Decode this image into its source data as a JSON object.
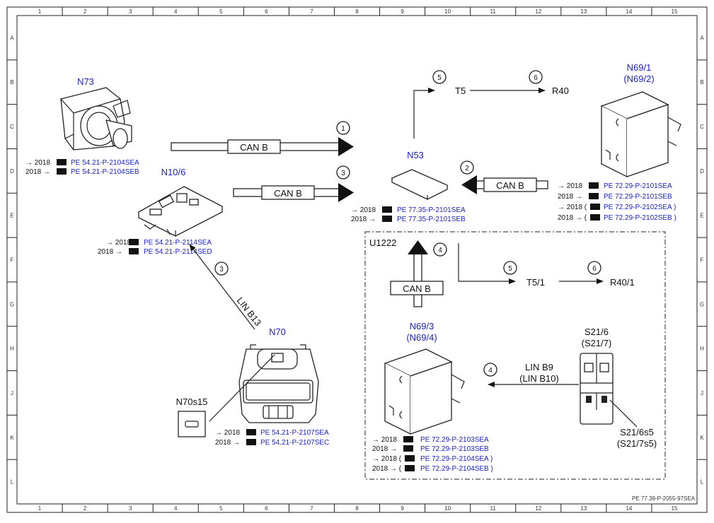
{
  "drawing_id": "PE 77.39-P-2055-97SEA",
  "grid": {
    "columns": [
      "1",
      "2",
      "3",
      "4",
      "5",
      "6",
      "7",
      "8",
      "9",
      "10",
      "11",
      "12",
      "13",
      "14",
      "15"
    ],
    "rows": [
      "A",
      "B",
      "C",
      "D",
      "E",
      "F",
      "G",
      "H",
      "J",
      "K",
      "L"
    ]
  },
  "components": {
    "n73": {
      "label": "N73",
      "refs": [
        {
          "year": "→ 2018",
          "code": "PE 54.21-P-2104SEA"
        },
        {
          "year": "2018 →",
          "code": "PE 54.21-P-2104SEB"
        }
      ]
    },
    "n10_6": {
      "label": "N10/6",
      "refs": [
        {
          "year": "→ 2018",
          "code": "PE 54.21-P-2114SEA"
        },
        {
          "year": "2018 →",
          "code": "PE 54.21-P-2114SED"
        }
      ]
    },
    "n53": {
      "label": "N53",
      "refs": [
        {
          "year": "→ 2018",
          "code": "PE 77.35-P-2101SEA"
        },
        {
          "year": "2018 →",
          "code": "PE 77.35-P-2101SEB"
        }
      ]
    },
    "n69_1": {
      "label": "N69/1",
      "label2": "(N69/2)",
      "refs": [
        {
          "year": "→ 2018",
          "code": "PE 72.29-P-2101SEA"
        },
        {
          "year": "2018 →",
          "code": "PE 72.29-P-2101SEB"
        },
        {
          "year": "→ 2018 (",
          "code": "PE 72.29-P-2102SEA )"
        },
        {
          "year": "2018 → (",
          "code": "PE 72.29-P-2102SEB )"
        }
      ]
    },
    "n70": {
      "label": "N70",
      "refs": [
        {
          "year": "→ 2018",
          "code": "PE 54.21-P-2107SEA"
        },
        {
          "year": "2018 →",
          "code": "PE 54.21-P-2107SEC"
        }
      ]
    },
    "n70s15": {
      "label": "N70s15"
    },
    "n69_3": {
      "label": "N69/3",
      "label2": "(N69/4)",
      "refs": [
        {
          "year": "→ 2018",
          "code": "PE 72.29-P-2103SEA"
        },
        {
          "year": "2018 →",
          "code": "PE 72.29-P-2103SEB"
        },
        {
          "year": "→ 2018 (",
          "code": "PE 72.29-P-2104SEA )"
        },
        {
          "year": "2018 → (",
          "code": "PE 72.29-P-2104SEB )"
        }
      ]
    },
    "s21_6": {
      "label": "S21/6",
      "label2": "(S21/7)"
    },
    "s21_6s5": {
      "label": "S21/6s5",
      "label2": "(S21/7s5)"
    },
    "u1222": {
      "label": "U1222"
    }
  },
  "signals": {
    "can_b": "CAN B",
    "lin_b13": "LIN B13",
    "lin_b9": "LIN B9",
    "lin_b10": "(LIN B10)",
    "t5": "T5",
    "r40": "R40",
    "t5_1": "T5/1",
    "r40_1": "R40/1"
  },
  "steps": {
    "s1": "1",
    "s2": "2",
    "s3a": "3",
    "s3b": "3",
    "s4a": "4",
    "s4b": "4",
    "s5a": "5",
    "s5b": "5",
    "s6a": "6",
    "s6b": "6"
  }
}
